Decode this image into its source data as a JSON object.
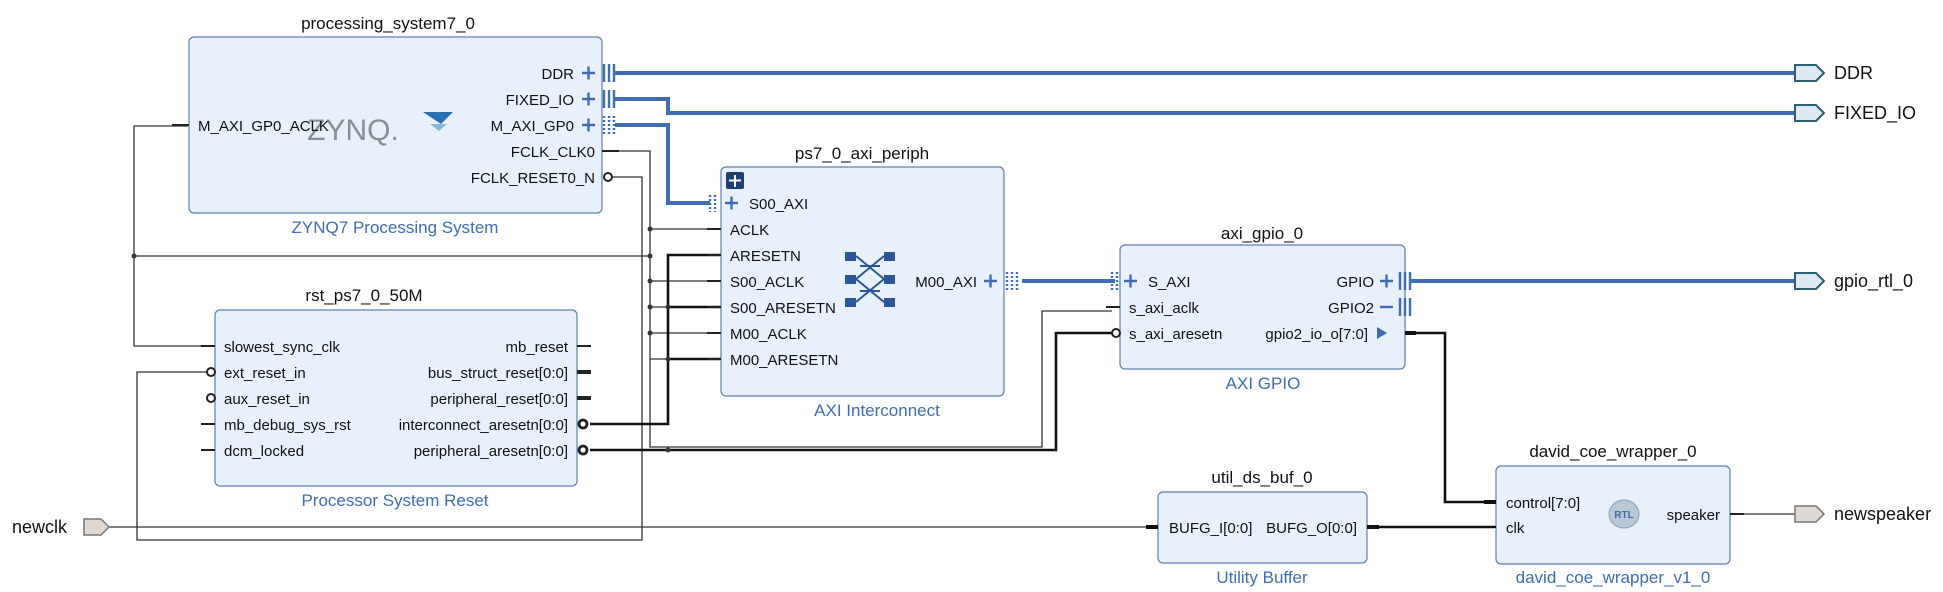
{
  "blocks": {
    "ps7": {
      "instance": "processing_system7_0",
      "subtitle": "ZYNQ7 Processing System",
      "logo": "ZYNQ.",
      "ports_left": [
        "M_AXI_GP0_ACLK"
      ],
      "ports_right": [
        "DDR",
        "FIXED_IO",
        "M_AXI_GP0",
        "FCLK_CLK0",
        "FCLK_RESET0_N"
      ]
    },
    "periph": {
      "instance": "ps7_0_axi_periph",
      "subtitle": "AXI Interconnect",
      "ports_left": [
        "S00_AXI",
        "ACLK",
        "ARESETN",
        "S00_ACLK",
        "S00_ARESETN",
        "M00_ACLK",
        "M00_ARESETN"
      ],
      "ports_right": [
        "M00_AXI"
      ]
    },
    "rst": {
      "instance": "rst_ps7_0_50M",
      "subtitle": "Processor System Reset",
      "ports_left": [
        "slowest_sync_clk",
        "ext_reset_in",
        "aux_reset_in",
        "mb_debug_sys_rst",
        "dcm_locked"
      ],
      "ports_right": [
        "mb_reset",
        "bus_struct_reset[0:0]",
        "peripheral_reset[0:0]",
        "interconnect_aresetn[0:0]",
        "peripheral_aresetn[0:0]"
      ]
    },
    "gpio": {
      "instance": "axi_gpio_0",
      "subtitle": "AXI GPIO",
      "ports_left": [
        "S_AXI",
        "s_axi_aclk",
        "s_axi_aresetn"
      ],
      "ports_right": [
        "GPIO",
        "GPIO2",
        "gpio2_io_o[7:0]"
      ]
    },
    "buf": {
      "instance": "util_ds_buf_0",
      "subtitle": "Utility Buffer",
      "ports_left": [
        "BUFG_I[0:0]"
      ],
      "ports_right": [
        "BUFG_O[0:0]"
      ]
    },
    "coe": {
      "instance": "david_coe_wrapper_0",
      "subtitle": "david_coe_wrapper_v1_0",
      "badge": "RTL",
      "ports_left": [
        "control[7:0]",
        "clk"
      ],
      "ports_right": [
        "speaker"
      ]
    }
  },
  "external_ports": {
    "ddr": "DDR",
    "fixed_io": "FIXED_IO",
    "gpio_rtl": "gpio_rtl_0",
    "newspeaker": "newspeaker",
    "newclk": "newclk"
  },
  "colors": {
    "block_fill": "#e8f0fb",
    "block_border": "#5f80b0",
    "bus": "#3f6cb3",
    "subtitle": "#3f6cb3",
    "ext_port_blue": "#dce8f2",
    "ext_port_tan": "#e0d8d2"
  }
}
